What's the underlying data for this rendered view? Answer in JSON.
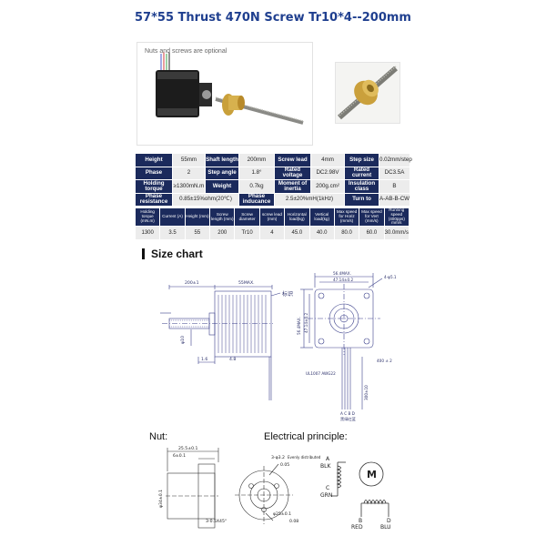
{
  "title": "57*55 Thrust 470N Screw Tr10*4--200mm",
  "photo_note": "Nuts and screws are optional",
  "specs": [
    [
      "Height",
      "55mm",
      "Shaft length",
      "200mm",
      "Screw lead",
      "4mm",
      "Step size",
      "0.02mm/step"
    ],
    [
      "Phase",
      "2",
      "Step angle",
      "1.8°",
      "Rated voltage",
      "DC2.98V",
      "Rated current",
      "DC3.5A"
    ],
    [
      "Holding torque",
      "≥1300mN.m",
      "Weight",
      "0.7kg",
      "Moment of inertia",
      "200g.cm²",
      "Insulation class",
      "B"
    ],
    [
      "Phase resistance",
      "0.85±15%ohm(20℃)",
      "Phase inducance",
      "2.5±20%mH(1kHz)",
      "Turn to",
      "A-AB-B-CW"
    ]
  ],
  "perf_headers": [
    "Holding torque (mN.m)",
    "Current (A)",
    "Height (mm)",
    "Screw length (mm)",
    "Screw diameter",
    "screw lead (mm)",
    "Horizontal load(kg)",
    "Vertical load(kg)",
    "Max speed for Horiz (mm/s)",
    "Max speed for Vert (mm/s)",
    "Running speed (400pps) mm/s"
  ],
  "perf_values": [
    "1300",
    "3.5",
    "55",
    "200",
    "Tr10",
    "4",
    "45.0",
    "40.0",
    "80.0",
    "60.0",
    "30.0mm/s"
  ],
  "size_chart_label": "Size chart",
  "nut_label": "Nut:",
  "electrical_label": "Electrical principle:",
  "drawing": {
    "dim_200": "200±1",
    "dim_55max": "55MAX.",
    "label_biaoshi": "标识",
    "dim_phi10": "φ10",
    "dim_16": "1.6",
    "dim_48": "4.8",
    "dim_56max": "56.4MAX.",
    "dim_4710": "47.14±0.2",
    "dim_hole": "4-φ5.1",
    "dim_side": "56.4MAX.",
    "dim_side2": "47.14±0.2",
    "dim_bottom": "400 ± 2",
    "wire_note": "UL1007 AWG22",
    "wire_len": "300±10",
    "wire_letters": "A C B D",
    "wire_colors": "黑绿红蓝",
    "nut_dim1": "25.5±0.1",
    "nut_dim2": "6±0.1",
    "nut_phi": "φ34±0.1",
    "nut_chamfer": "3-0.5X45°",
    "nut_holes": "3-φ3.2",
    "nut_holes2": "Evenly distributed",
    "nut_tol": "0.05",
    "nut_pcd": "φ25±0.1",
    "nut_tol2": "0.08",
    "motor_m": "M",
    "coil_a": "A",
    "coil_blk": "BLK",
    "coil_c": "C",
    "coil_grn": "GRN",
    "coil_b": "B",
    "coil_red": "RED",
    "coil_d": "D",
    "coil_blu": "BLU"
  }
}
